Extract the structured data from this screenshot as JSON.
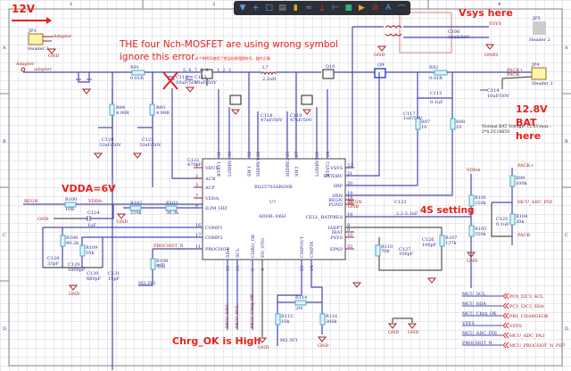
{
  "toolbar": {
    "tools": [
      {
        "name": "filter",
        "glyph": "▼",
        "color": "#5aa0e8"
      },
      {
        "name": "crosshair",
        "glyph": "+",
        "color": "#5aa0e8"
      },
      {
        "name": "select-rect",
        "glyph": "□",
        "color": "#5aa0e8"
      },
      {
        "name": "component",
        "glyph": "▤",
        "color": "#9a9a9a"
      },
      {
        "name": "part",
        "glyph": "▮",
        "color": "#e0b020"
      },
      {
        "name": "bus",
        "glyph": "≈",
        "color": "#5aa0e8"
      },
      {
        "name": "power-port",
        "glyph": "⏚",
        "color": "#e03030"
      },
      {
        "name": "net-label",
        "glyph": "⊢",
        "color": "#5aa0e8"
      },
      {
        "name": "sheet-symbol",
        "glyph": "■",
        "color": "#30b080"
      },
      {
        "name": "port",
        "glyph": "▶",
        "color": "#e0b020"
      },
      {
        "name": "no-erc",
        "glyph": "⊘",
        "color": "#e03030"
      },
      {
        "name": "text",
        "glyph": "A",
        "color": "#5aa0e8"
      },
      {
        "name": "arc",
        "glyph": "⌒",
        "color": "#5aa0e8"
      }
    ]
  },
  "border": {
    "col_labels": [
      "1",
      "2",
      "3",
      "4"
    ],
    "row_labels": [
      "A",
      "B",
      "C",
      "D"
    ]
  },
  "annotations": {
    "v12": "12V",
    "mosfet_line1": "THE four Nch-MOSFET are using wrong symbol",
    "mosfet_line2": "ignore this error.",
    "mosfet_cn": "4个NMOS使用了错误的原理图符号，器件正确",
    "vsys": "Vsys here",
    "bat_line1": "12.8V",
    "bat_line2": "BAT",
    "bat_line3": "here",
    "vdda": "VDDA=6V",
    "setting_4s": "4S setting",
    "chrg_ok": "Chrg_OK is High"
  },
  "battery_note": {
    "line1": "Normal BAT Voltage: 12.8V;max :",
    "line2": "2*4.2V,18650"
  },
  "ic": {
    "name": "BQ25703ARSNR",
    "ref": "U?",
    "addr": "ADDR: D6H",
    "left_pins": [
      {
        "n": "1",
        "l": "VBUS"
      },
      {
        "n": "2",
        "l": "ACN"
      },
      {
        "n": "3",
        "l": "ACP"
      },
      {
        "n": "7",
        "l": "VDDA"
      },
      {
        "n": "6",
        "l": "ILIM_HIZ"
      },
      {
        "n": "16",
        "l": "COMP1"
      },
      {
        "n": "17",
        "l": "COMP2"
      },
      {
        "n": "11",
        "l": "PROCHOT"
      }
    ],
    "right_pins": [
      {
        "n": "22",
        "l": "VSYS"
      },
      {
        "n": "21",
        "l": "BATDRV"
      },
      {
        "n": "20",
        "l": "SRP"
      },
      {
        "n": "19",
        "l": "SRN"
      },
      {
        "n": "18",
        "l": "REGN"
      },
      {
        "n": "23",
        "l": "PGND"
      },
      {
        "n": "18",
        "l": "CELL_BATPRES"
      },
      {
        "n": "8",
        "l": "IADPT"
      },
      {
        "n": "9",
        "l": "IBAT"
      },
      {
        "n": "10",
        "l": "PSYS"
      },
      {
        "n": "33",
        "l": "EPAD"
      }
    ],
    "top_pins": [
      {
        "n": "31",
        "l": "BTST1"
      },
      {
        "n": "30",
        "l": "LODRV1"
      },
      {
        "n": "32",
        "l": "SW1"
      },
      {
        "n": "29",
        "l": "HIDRV1"
      },
      {
        "n": "25",
        "l": "HIDRV2"
      },
      {
        "n": "27",
        "l": "SW2"
      },
      {
        "n": "26",
        "l": "LODRV2"
      },
      {
        "n": "24",
        "l": "BTST2"
      }
    ],
    "bottom_pins": [
      {
        "n": "12",
        "l": "SDA"
      },
      {
        "n": "13",
        "l": "SCL"
      },
      {
        "n": "5",
        "l": "CHRG_OK"
      },
      {
        "n": "4",
        "l": "EN_OTG"
      },
      {
        "n": "15",
        "l": "CMPOUT"
      },
      {
        "n": "14",
        "l": "CMPIN"
      }
    ]
  },
  "components": {
    "jp3": {
      "ref": "JP3",
      "name": "Header 2",
      "net": "Adapter"
    },
    "jp4": {
      "ref": "JP4",
      "name": "Header 2",
      "net": "PACK+"
    },
    "jp5": {
      "ref": "JP5",
      "name": "Header 2"
    },
    "r91": {
      "ref": "R91",
      "val": "0.01R"
    },
    "r92": {
      "ref": "R92",
      "val": "0.01R"
    },
    "r94": {
      "ref": "R94",
      "val": "4.99R"
    },
    "r93": {
      "ref": "R93",
      "val": "4.99R"
    },
    "r97": {
      "ref": "R97",
      "val": "10"
    },
    "r98": {
      "ref": "R98",
      "val": "10"
    },
    "r99": {
      "ref": "R99",
      "val": "100k"
    },
    "r100": {
      "ref": "R100",
      "val": "10R"
    },
    "r101": {
      "ref": "R101",
      "val": "250k"
    },
    "r102": {
      "ref": "R102",
      "val": "220k"
    },
    "r103": {
      "ref": "R103",
      "val": "38.3k"
    },
    "r104": {
      "ref": "R104",
      "val": "20k"
    },
    "r105": {
      "ref": "R105",
      "val": "350k"
    },
    "r106": {
      "ref": "R106",
      "val": "40.2k"
    },
    "r107": {
      "ref": "R107",
      "val": "137k"
    },
    "r108": {
      "ref": "R108",
      "val": "电阻"
    },
    "r109": {
      "ref": "R109",
      "val": "10k"
    },
    "r110": {
      "ref": "R110",
      "val": "70k"
    },
    "r114": {
      "ref": "R114",
      "val": "2M"
    },
    "r115": {
      "ref": "R115",
      "val": "10k"
    },
    "r116": {
      "ref": "R116",
      "val": "300k"
    },
    "c106": {
      "ref": "C106",
      "val": "10uF/50V"
    },
    "c112": {
      "ref": "C112",
      "val": "10uF/50V"
    },
    "c113": {
      "ref": "C113",
      "val": "10uF/50V"
    },
    "c114": {
      "ref": "C114",
      "val": "10uF/50V"
    },
    "c115": {
      "ref": "C115",
      "val": "0.1uF"
    },
    "c117": {
      "ref": "C117",
      "val": "1uF/50V"
    },
    "c118": {
      "ref": "C118",
      "val": "47nF/50V"
    },
    "c119": {
      "ref": "C119",
      "val": "47nF/50V"
    },
    "c120": {
      "ref": "C120",
      "val": "33nF/50V"
    },
    "c121": {
      "ref": "C121",
      "val": "33nF/50V"
    },
    "c122": {
      "ref": "C122",
      "val": "470nF/50V"
    },
    "c123": {
      "ref": "C123",
      "val": "2.2-3.3nF"
    },
    "c124": {
      "ref": "C124",
      "val": "1uF"
    },
    "c125": {
      "ref": "C125",
      "val": "0.1uF"
    },
    "c126": {
      "ref": "C126",
      "val": "100pF"
    },
    "c127": {
      "ref": "C127",
      "val": "100pF"
    },
    "c128": {
      "ref": "C128",
      "val": "33pF"
    },
    "c129": {
      "ref": "C129",
      "val": "1800pF"
    },
    "c130": {
      "ref": "C130",
      "val": "680pF"
    },
    "c131": {
      "ref": "C131",
      "val": "15pF"
    },
    "l7": {
      "ref": "L7",
      "val": "2.2uH"
    },
    "q9": {
      "ref": "Q9"
    },
    "q10": {
      "ref": "Q10"
    }
  },
  "nets": {
    "adapter": "Adapter",
    "adapter_lc": "adapter",
    "vsys": "VSYS",
    "vdda": "VDDA",
    "regn": "REGN",
    "gnd": "GND",
    "gnd2": "GND2",
    "pack_plus": "PACK+",
    "pack_minus": "PACK-",
    "prochot_n": "PROCHOT_N",
    "m3v3": "M3.3V1",
    "mcu_adc_pd": "MCU_ADC_PDI",
    "mcu_sda": "MCU_SDA",
    "mcu_scl": "MCU_SCL",
    "mcu_chrg_ok": "MCU_Chrg_OK",
    "pins_a": "5, 6, 7, 8, 9",
    "pins_b": "1, 2, 3"
  },
  "mcu_links": [
    {
      "net": "MCU_SCL",
      "port": "PC0_I2C3_SCL"
    },
    {
      "net": "MCU_SDA",
      "port": "PC1_I2C3_SDA"
    },
    {
      "net": "MCU_Chrg_OK",
      "port": "PB1_CHARGEOK"
    },
    {
      "net": "VSYS",
      "port": "VSYS"
    },
    {
      "net": "MCU_ADC_PDI",
      "port": "MCU_ADC_PA3"
    },
    {
      "net": "PROCHOT_N",
      "port": "MCU_PROCHOT_N_PD7"
    }
  ]
}
